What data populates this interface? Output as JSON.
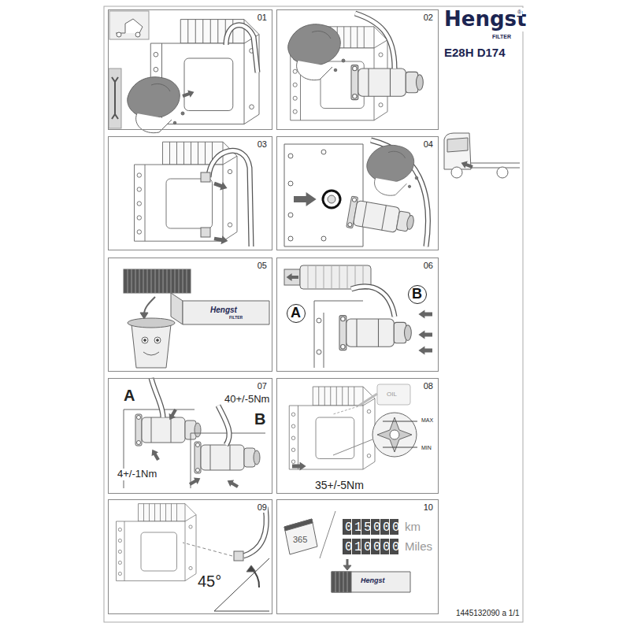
{
  "diagram": {
    "title": "E28H D174",
    "nodes": [
      {
        "text": [
          "01"
        ]
      },
      {
        "text": [
          "02"
        ]
      },
      {
        "text": [
          "03"
        ]
      },
      {
        "text": [
          "04"
        ]
      },
      {
        "text": [
          "05",
          "Hengst",
          "FILTER"
        ]
      },
      {
        "text": [
          "06"
        ]
      },
      {
        "text": [
          "A"
        ],
        "in": 5
      },
      {
        "text": [
          "B"
        ],
        "in": 5
      },
      {
        "text": [
          "07",
          "A",
          "40+/-5Nm",
          "B",
          "4+/-1Nm"
        ]
      },
      {
        "text": [
          "08",
          "OIL",
          "MAX",
          "MIN",
          "35+/-5Nm"
        ]
      },
      {
        "text": [
          "09",
          "45°"
        ]
      },
      {
        "text": [
          "10",
          "365",
          "015000",
          "km",
          "010000",
          "Miles",
          "Hengst"
        ]
      }
    ],
    "labels": [
      "Hengst",
      "®",
      "FILTER",
      "1445132090 a 1/1"
    ]
  }
}
